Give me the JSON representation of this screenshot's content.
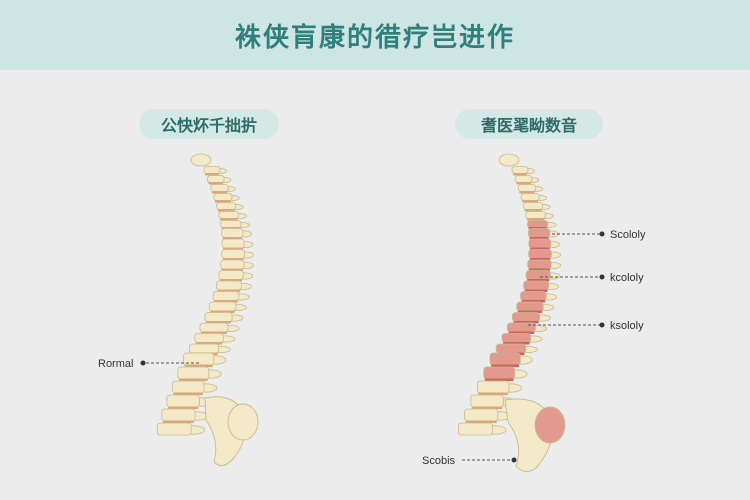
{
  "title": "袾侠肓康的徣疗岂进作",
  "left_panel": {
    "pill": "公快炋千拙扸",
    "label": "Rormal"
  },
  "right_panel": {
    "pill": "耆医毣眑数音",
    "labels": [
      "Scololy",
      "kcololy",
      "ksololy",
      "Scobis"
    ]
  },
  "colors": {
    "header_bg": "#cde5e3",
    "title": "#2f7f7c",
    "bone": "#f3e8c8",
    "bone_outline": "#c9b98e",
    "disc": "#d9a97a",
    "highlight": "#e39a8e"
  }
}
